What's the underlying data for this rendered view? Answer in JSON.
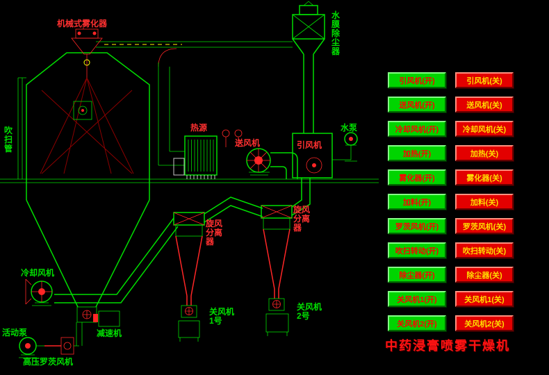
{
  "title": "中药浸膏喷雾干燥机",
  "diagram": {
    "labels": {
      "atomizer": "机械式雾化器",
      "purge_pipe": "吹扫管",
      "heat_source": "热源",
      "supply_fan": "送风机",
      "dust_collector": "水膜除尘器",
      "water_pump": "水泵",
      "induced_fan": "引风机",
      "cyclone_1": "旋风分离器",
      "cyclone_2": "旋风分离器",
      "cooling_fan": "冷却风机",
      "airlock_1": "关风机1号",
      "airlock_2": "关风机2号",
      "reducer": "减速机",
      "mobile_pump": "活动泵",
      "roots_blower": "高压罗茨风机"
    }
  },
  "control_panel": {
    "on_buttons": [
      "引风机(开)",
      "送风机(开)",
      "冷却风机(开)",
      "加热(开)",
      "雾化器(开)",
      "加料(开)",
      "罗茨风机(开)",
      "吹扫转动(开)",
      "除尘器(开)",
      "关风机1(开)",
      "关风机2(开)"
    ],
    "off_buttons": [
      "引风机(关)",
      "送风机(关)",
      "冷却风机(关)",
      "加热(关)",
      "雾化器(关)",
      "加料(关)",
      "罗茨风机(关)",
      "吹扫转动(关)",
      "除尘器(关)",
      "关风机1(关)",
      "关风机2(关)"
    ]
  },
  "colors": {
    "background": "#000000",
    "line_green": "#00dd00",
    "line_red": "#ff2626",
    "spray_dark_red": "#8b0000",
    "on_button_bg": "#00d400",
    "on_button_text": "#ff0000",
    "off_button_bg": "#e30000",
    "off_button_text": "#ffdf00",
    "title_color": "#ff1212"
  }
}
